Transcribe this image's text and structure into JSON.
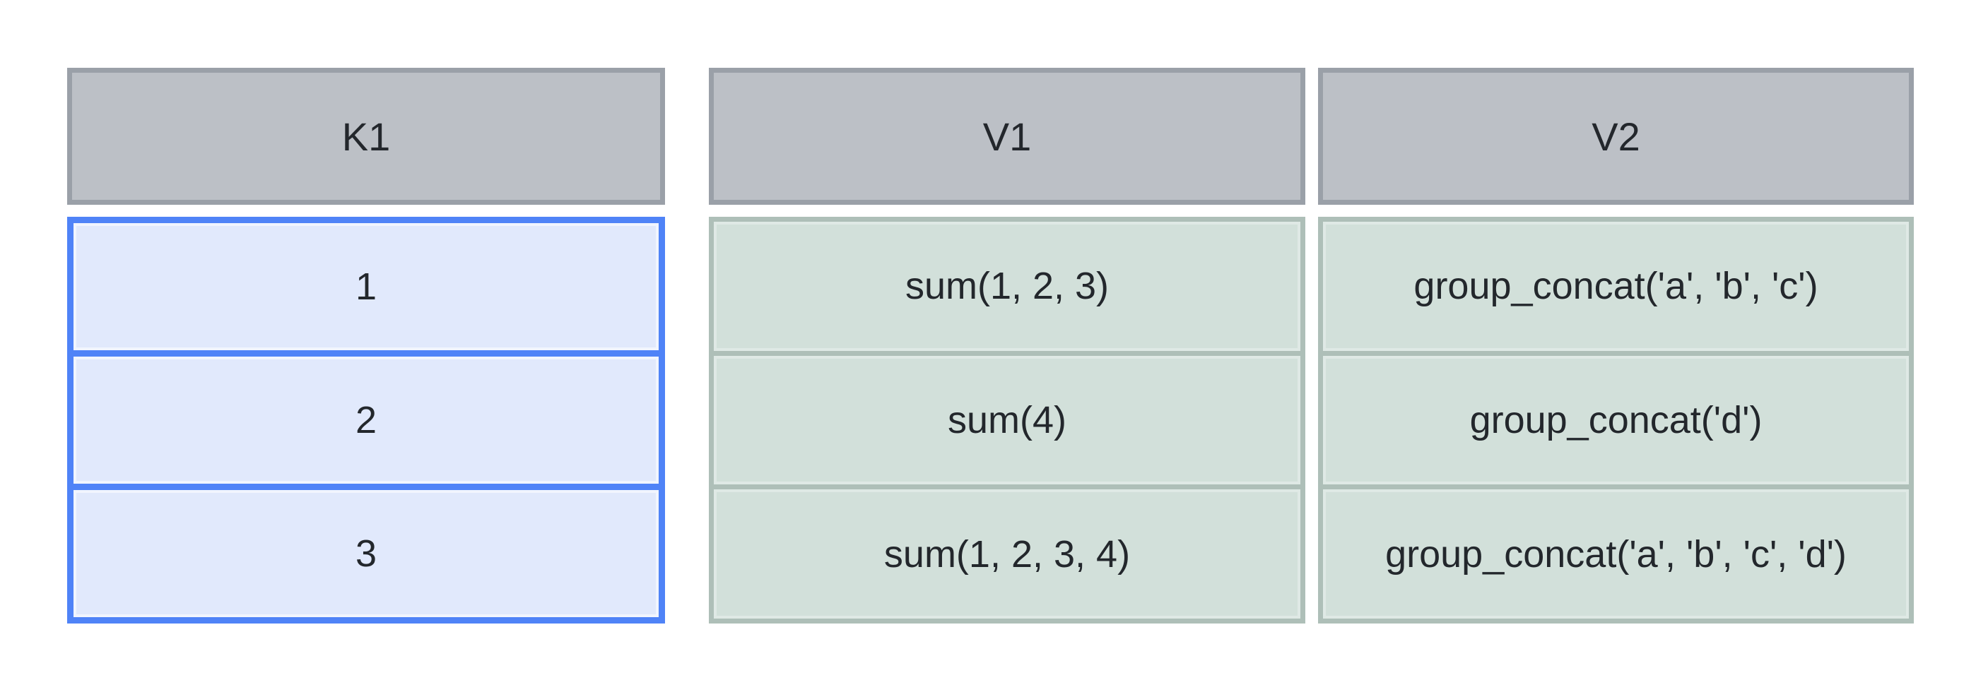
{
  "diagram": {
    "columns": [
      {
        "id": "K1",
        "header": "K1",
        "role": "key",
        "cells": [
          "1",
          "2",
          "3"
        ]
      },
      {
        "id": "V1",
        "header": "V1",
        "role": "value",
        "cells": [
          "sum(1, 2, 3)",
          "sum(4)",
          "sum(1, 2, 3, 4)"
        ]
      },
      {
        "id": "V2",
        "header": "V2",
        "role": "value",
        "cells": [
          "group_concat('a', 'b', 'c')",
          "group_concat('d')",
          "group_concat('a', 'b', 'c', 'd')"
        ]
      }
    ],
    "colors": {
      "background": "#ffffff",
      "header_fill": "#bcc0c6",
      "header_border": "#9aa0a8",
      "key_fill": "#e1e9fc",
      "key_border": "#4f83f7",
      "value_fill": "#d2e0da",
      "value_border": "#aebfb8",
      "text": "#23272c"
    }
  }
}
